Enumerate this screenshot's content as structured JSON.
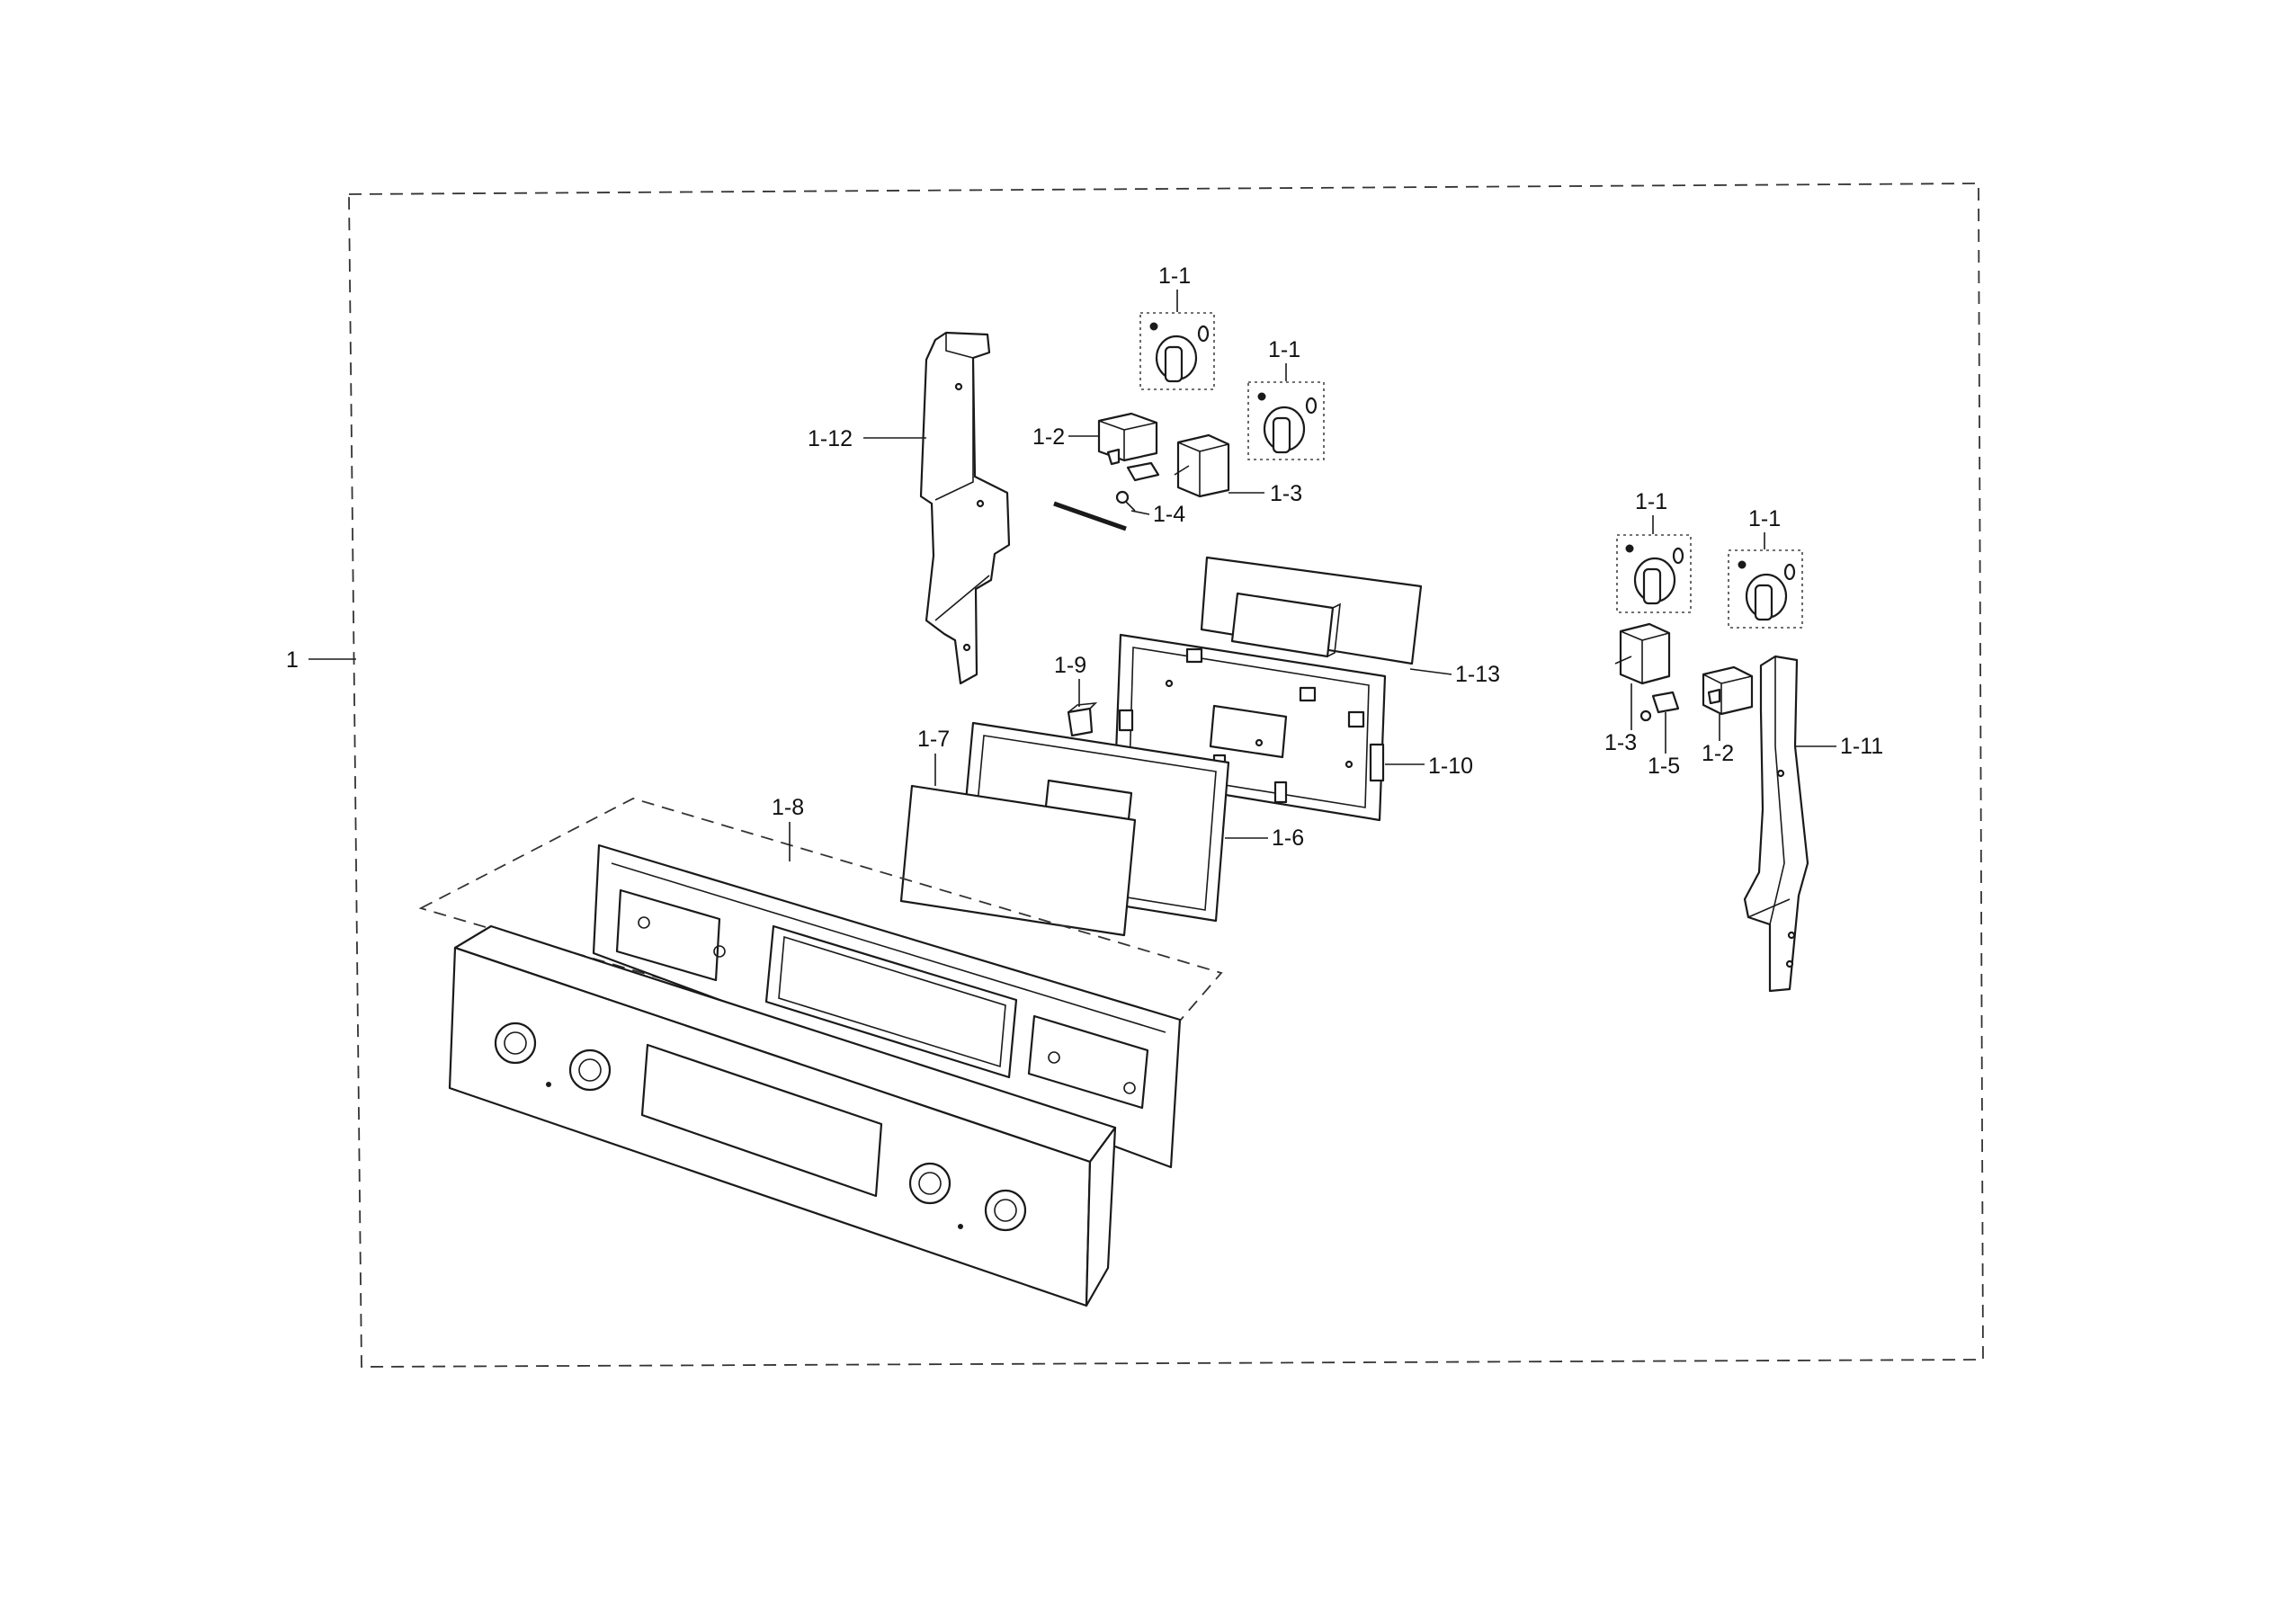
{
  "callouts": {
    "assembly": "1",
    "knob_a": "1-1",
    "knob_b": "1-1",
    "knob_c": "1-1",
    "knob_d": "1-1",
    "switch_left": "1-2",
    "switch_right": "1-2",
    "box_left": "1-3",
    "box_right": "1-3",
    "rod": "1-4",
    "clip": "1-5",
    "frame": "1-6",
    "window": "1-7",
    "panel": "1-8",
    "bracket_small": "1-9",
    "pcb_holder": "1-10",
    "side_bracket_right": "1-11",
    "side_bracket_left": "1-12",
    "pcb": "1-13"
  }
}
